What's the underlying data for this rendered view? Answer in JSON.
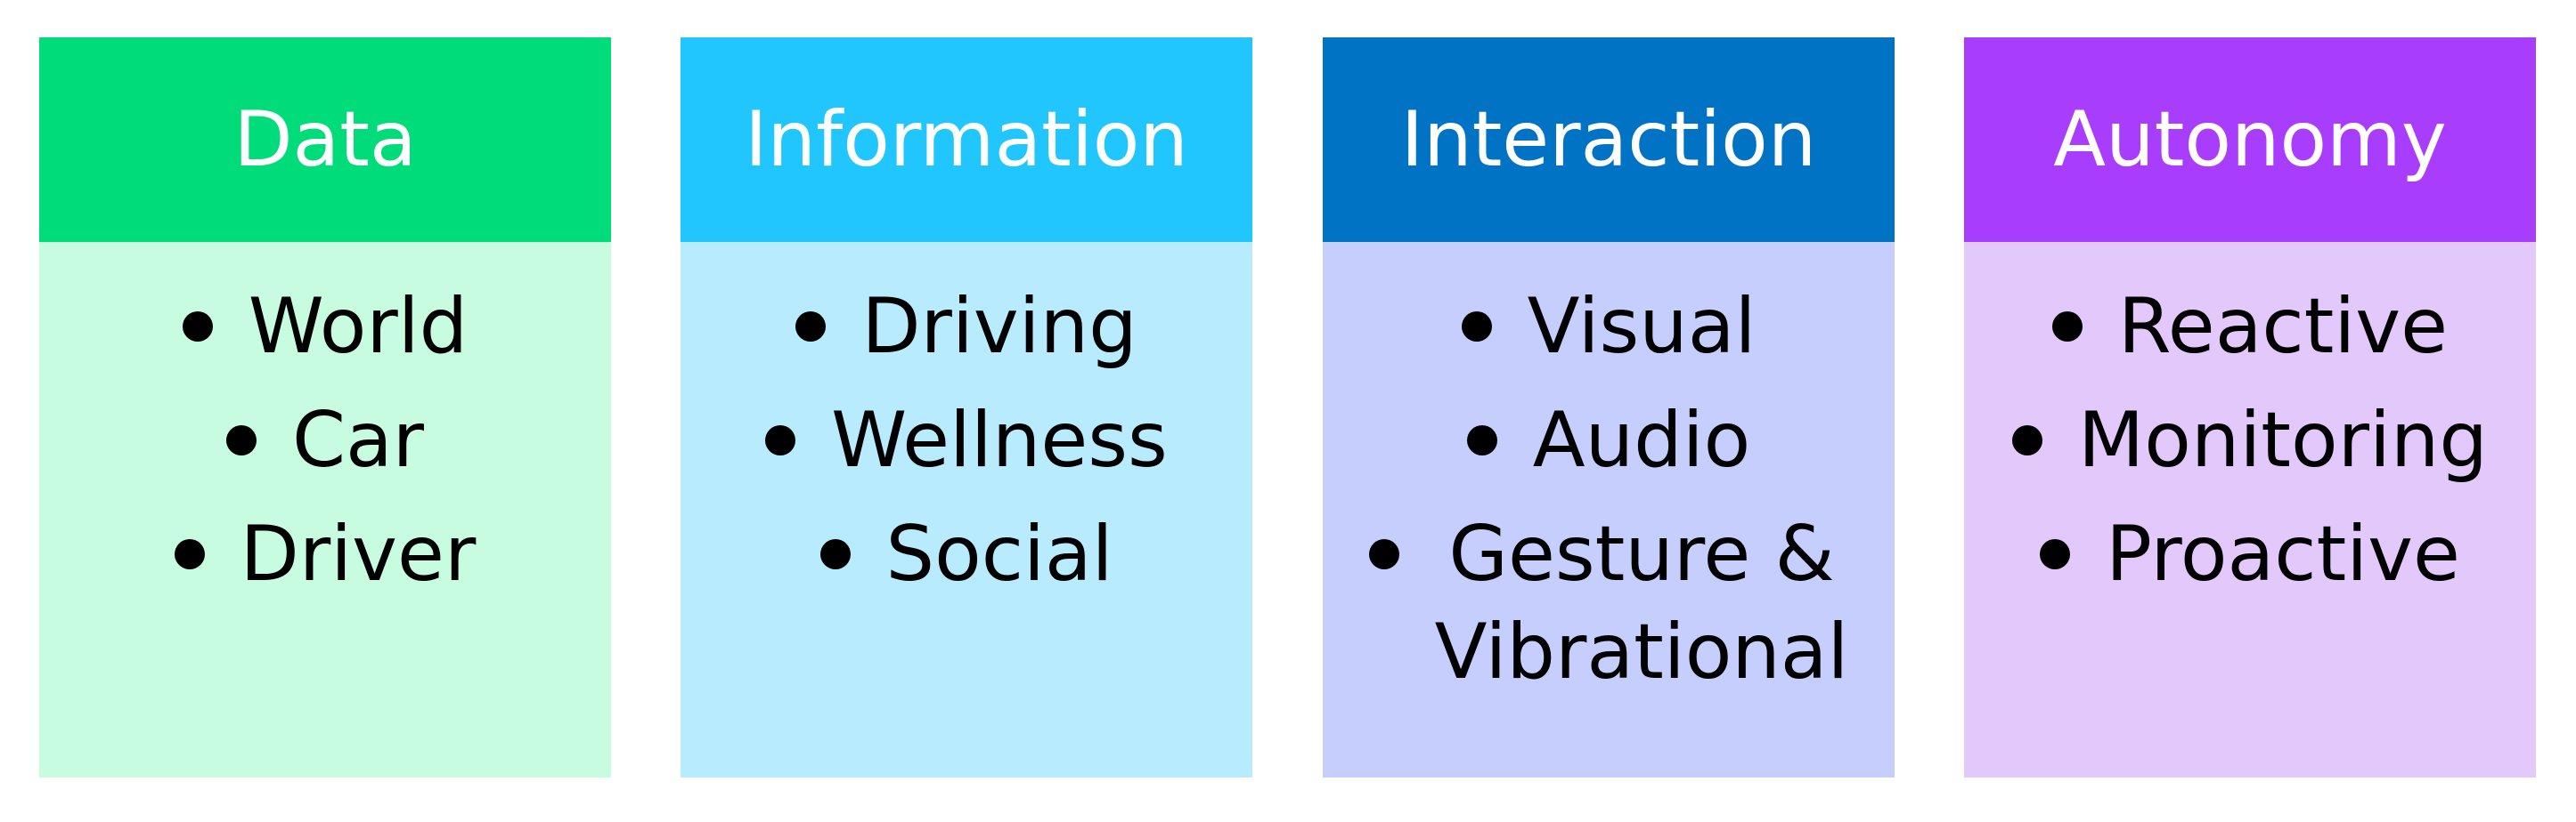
{
  "columns": [
    {
      "title": "Data",
      "header_color": "#00DC7A",
      "body_color": "#C8FCE1",
      "items": [
        "World",
        "Car",
        "Driver"
      ]
    },
    {
      "title": "Information",
      "header_color": "#22C6FE",
      "body_color": "#B9EBFE",
      "items": [
        "Driving",
        "Wellness",
        "Social"
      ]
    },
    {
      "title": "Interaction",
      "header_color": "#0073C4",
      "body_color": "#C6CEFE",
      "items": [
        "Visual",
        "Audio",
        "Gesture &\nVibrational"
      ]
    },
    {
      "title": "Autonomy",
      "header_color": "#A93DFE",
      "body_color": "#E3C8FC",
      "items": [
        "Reactive",
        "Monitoring",
        "Proactive"
      ]
    }
  ]
}
